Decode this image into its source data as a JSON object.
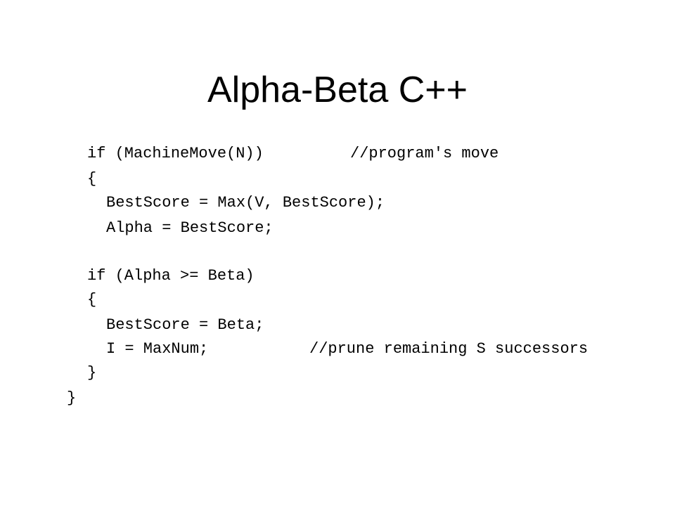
{
  "slide": {
    "title": "Alpha-Beta C++",
    "lines": [
      "if (MachineMove(N))",
      "{",
      "BestScore = Max(V, BestScore);",
      "Alpha = BestScore;",
      "if (Alpha >= Beta)",
      "{",
      "BestScore = Beta;",
      "I = MaxNum;",
      "}",
      "}"
    ],
    "comments": [
      "//program's move",
      "//prune remaining S successors"
    ]
  }
}
